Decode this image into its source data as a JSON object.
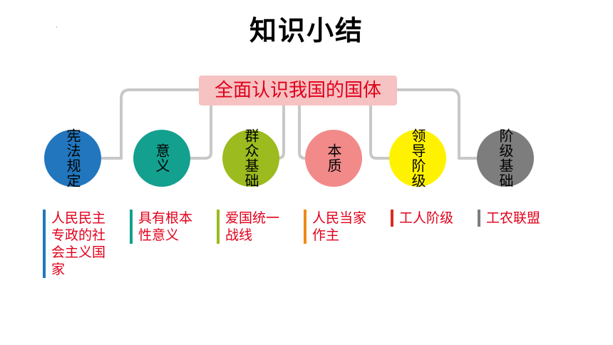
{
  "title": "知识小结",
  "corner_mark": "·",
  "center": {
    "label": "全面认识我国的国体",
    "bg_color": "#f6c2c2",
    "text_color": "#e0001b"
  },
  "connector_color": "#c8c8c8",
  "nodes": [
    {
      "label": "宪法规定",
      "color": "#2176bd",
      "description": "人民民主\n专政的社\n会主义国\n家",
      "bar_color": "#2176bd"
    },
    {
      "label": "意义",
      "color": "#13a08e",
      "description": "具有根本\n性意义",
      "bar_color": "#13a08e"
    },
    {
      "label": "群众基础",
      "color": "#9bbb1e",
      "description": "爱国统一\n战线",
      "bar_color": "#9bbb1e"
    },
    {
      "label": "本质",
      "color": "#f28a8a",
      "description": "人民当家\n作主",
      "bar_color": "#ef8a1a"
    },
    {
      "label": "领导阶级",
      "color": "#fff200",
      "description": "工人阶级",
      "bar_color": "#d92b25"
    },
    {
      "label": "阶级基础",
      "color": "#7d7d7d",
      "description": "工农联盟",
      "bar_color": "#7d7d7d"
    }
  ]
}
